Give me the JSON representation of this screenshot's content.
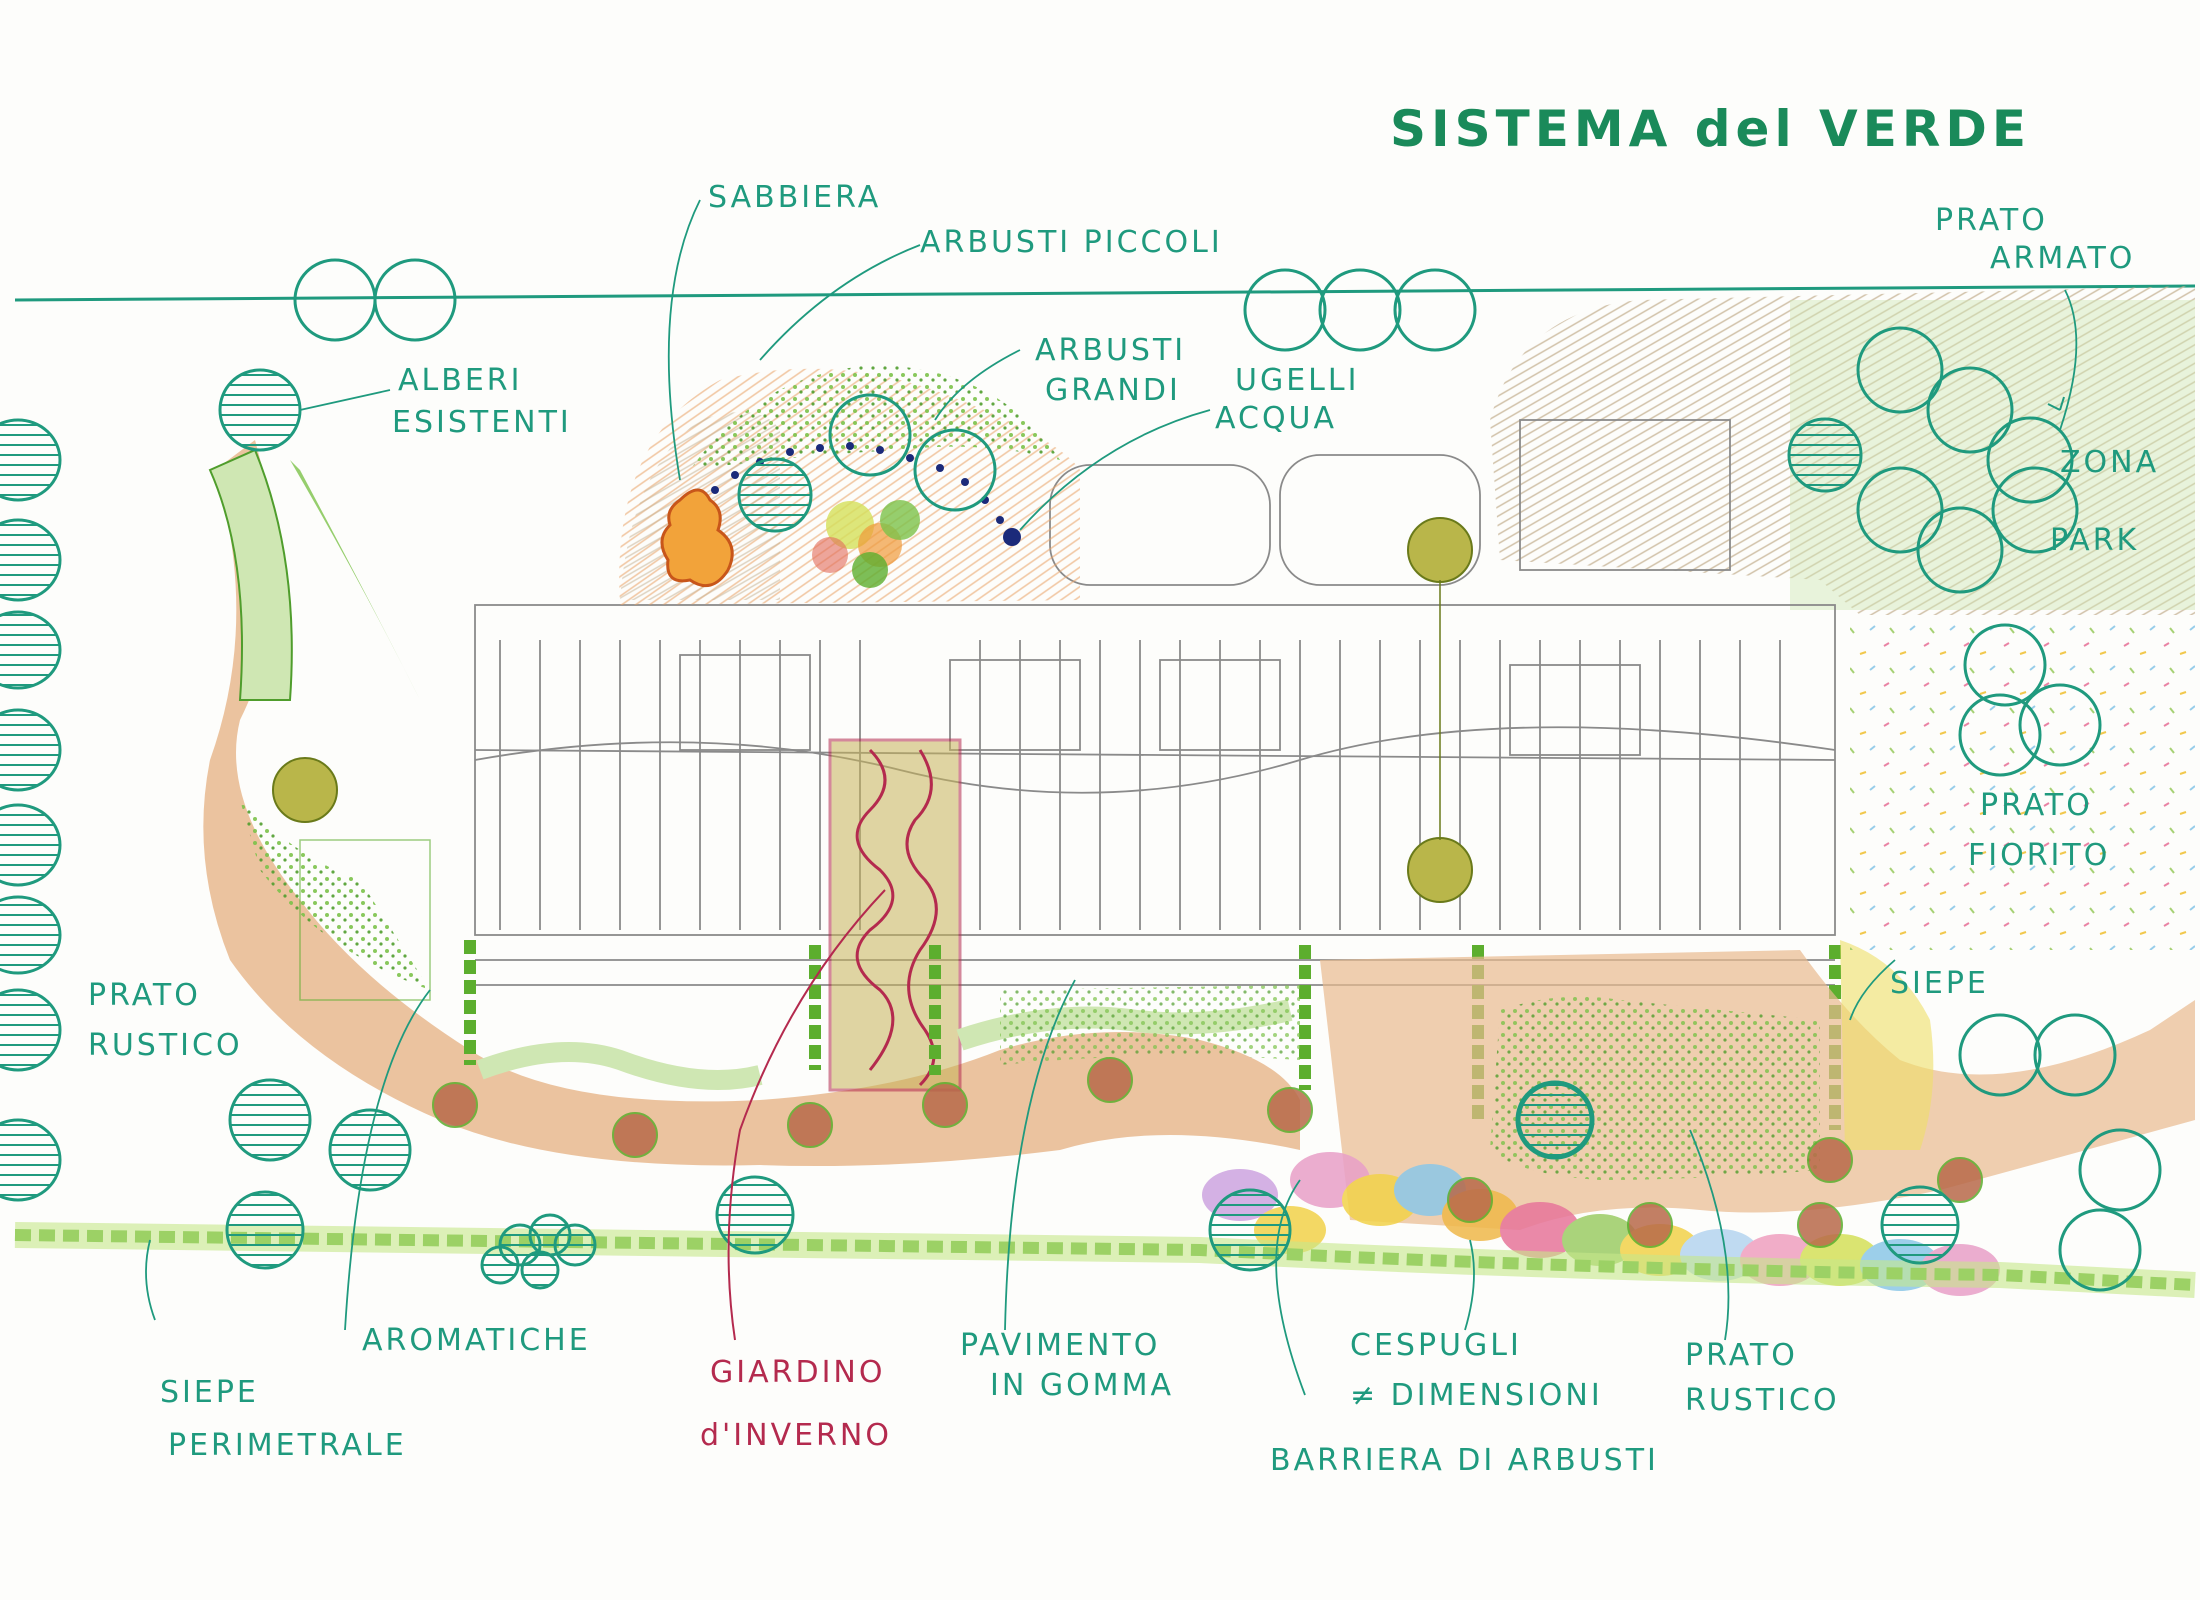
{
  "title": "SISTEMA del VERDE",
  "labels": {
    "sabbiera": "SABBIERA",
    "arbusti_piccoli": "ARBUSTI PICCOLI",
    "arbusti_grandi_1": "ARBUSTI",
    "arbusti_grandi_2": "GRANDI",
    "ugelli_1": "UGELLI",
    "ugelli_2": "ACQUA",
    "alberi_1": "ALBERI",
    "alberi_2": "ESISTENTI",
    "prato_armato_1": "PRATO",
    "prato_armato_2": "ARMATO",
    "zona_park_1": "ZONA",
    "zona_park_2": "PARK",
    "prato_fiorito_1": "PRATO",
    "prato_fiorito_2": "FIORITO",
    "siepe": "SIEPE",
    "prato_rustico_left_1": "PRATO",
    "prato_rustico_left_2": "RUSTICO",
    "aromatiche": "AROMATICHE",
    "siepe_perimetrale_1": "SIEPE",
    "siepe_perimetrale_2": "PERIMETRALE",
    "giardino_1": "GIARDINO",
    "giardino_2": "d'INVERNO",
    "pavimento_1": "PAVIMENTO",
    "pavimento_2": "IN GOMMA",
    "cespugli_1": "CESPUGLI",
    "cespugli_2": "≠ DIMENSIONI",
    "prato_rustico_right_1": "PRATO",
    "prato_rustico_right_2": "RUSTICO",
    "barriera": "BARRIERA DI ARBUSTI"
  },
  "colors": {
    "ink_teal": "#1f9a7e",
    "title_green": "#1a8a5a",
    "red_ink": "#b42a4e",
    "path_orange": "#e8b98e",
    "lawn_green": "#b6dd8f",
    "hedge_green": "#5cae2e",
    "sand_orange": "#f2a33a",
    "nozzle_blue": "#1b2a7a",
    "shrub_brown": "#b86a4a",
    "building_pencil": "#8a8a8a"
  }
}
